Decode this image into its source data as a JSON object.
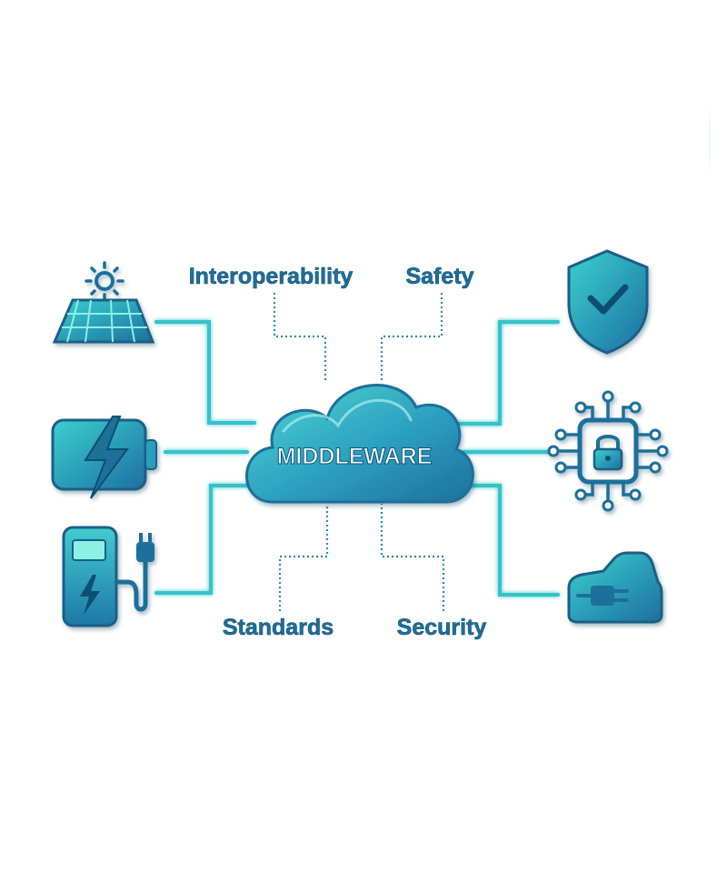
{
  "center": {
    "label": "MIDDLEWARE"
  },
  "labels": {
    "top_left": "Interoperability",
    "top_right": "Safety",
    "bottom_left": "Standards",
    "bottom_right": "Security"
  },
  "icons": {
    "left": [
      "solar-panel-icon",
      "battery-icon",
      "charging-station-icon"
    ],
    "right": [
      "shield-check-icon",
      "circuit-lock-icon",
      "electric-car-icon"
    ]
  },
  "colors": {
    "primary": "#1f6f9a",
    "secondary": "#2bb3b8",
    "connector": "#36c3c9",
    "label_text": "#1f6f9a"
  }
}
